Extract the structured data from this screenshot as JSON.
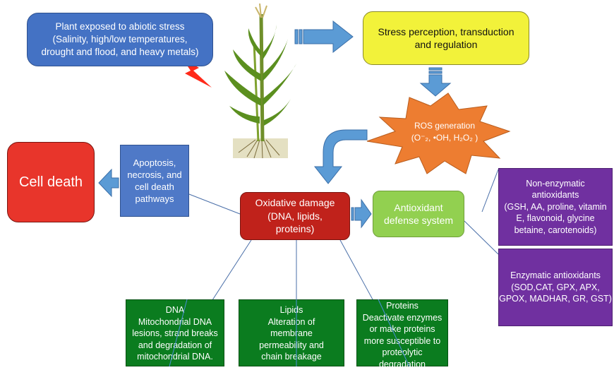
{
  "boxes": {
    "stress_plant": "Plant exposed to abiotic stress\n(Salinity, high/low temperatures,\ndrought and flood, and heavy metals)",
    "perception": "Stress perception, transduction\nand regulation",
    "ros_title": "ROS generation",
    "ros_species": "(O⁻₂, •OH, H₂O₂ )",
    "cell_death": "Cell death",
    "apoptosis": "Apoptosis,\nnecrosis, and\ncell death\npathways",
    "oxidative": "Oxidative damage\n(DNA, lipids,\nproteins)",
    "antioxidant": "Antioxidant\ndefense  system",
    "non_enzymatic": "Non-enzymatic\nantioxidants\n(GSH, AA, proline, vitamin\nE, flavonoid, glycine\nbetaine, carotenoids)",
    "enzymatic": "Enzymatic antioxidants\n(SOD,CAT, GPX, APX,\nGPOX, MADHAR, GR, GST)",
    "dna": "DNA\nMitochondrial DNA\nlesions, strand breaks\nand degradation of\nmitochondrial DNA.",
    "lipids": "Lipids\nAlteration of\nmembrane\npermeability and\nchain breakage",
    "proteins": "Proteins\nDeactivate enzymes\nor make proteins\nmore susceptible to\nproteolytic\ndegradation"
  },
  "colors": {
    "blue": "#4472c4",
    "yellow": "#f2f23a",
    "orange": "#ed7d31",
    "red": "#c0221b",
    "green_light": "#92d050",
    "purple": "#7030a0",
    "green_dark": "#0b7c1f",
    "arrow": "#5b9bd5"
  }
}
